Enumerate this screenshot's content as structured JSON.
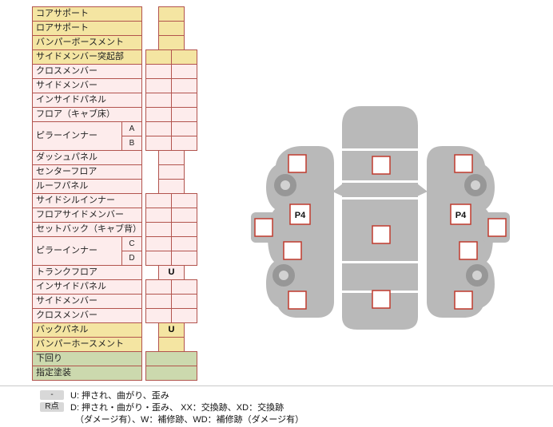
{
  "colors": {
    "yellow_bg": "#f4e5a2",
    "pink_bg": "#fdecec",
    "green_bg": "#ccd9ae",
    "border_red": "#b2544e",
    "marker_red": "#c03a2e",
    "body_gray": "#b9b9b9",
    "wheel_ring": "#979797",
    "wheel_hole": "#d2d2d2"
  },
  "table": {
    "rows": [
      {
        "label": "コアサポート",
        "group": "yellow",
        "cells": "single",
        "value": ""
      },
      {
        "label": "ロアサポート",
        "group": "yellow",
        "cells": "single",
        "value": ""
      },
      {
        "label": "バンパーボースメント",
        "group": "yellow",
        "cells": "single",
        "value": ""
      },
      {
        "label": "サイドメンバー突起部",
        "group": "yellow",
        "cells": "double",
        "value": ""
      },
      {
        "label": "クロスメンバー",
        "group": "pink",
        "cells": "double",
        "value": ""
      },
      {
        "label": "サイドメンバー",
        "group": "pink",
        "cells": "double",
        "value": ""
      },
      {
        "label": "インサイドパネル",
        "group": "pink",
        "cells": "double",
        "value": ""
      },
      {
        "label": "フロア（キャブ床）",
        "group": "pink",
        "cells": "double",
        "value": ""
      },
      {
        "label": "ピラーインナー",
        "sub": "A",
        "span": "start",
        "group": "pink",
        "cells": "double",
        "value": ""
      },
      {
        "label": "",
        "sub": "B",
        "span": "cont",
        "group": "pink",
        "cells": "double",
        "value": ""
      },
      {
        "label": "ダッシュパネル",
        "group": "pink",
        "cells": "single",
        "value": ""
      },
      {
        "label": "センターフロア",
        "group": "pink",
        "cells": "single",
        "value": ""
      },
      {
        "label": "ルーフパネル",
        "group": "pink",
        "cells": "single",
        "value": ""
      },
      {
        "label": "サイドシルインナー",
        "group": "pink",
        "cells": "double",
        "value": ""
      },
      {
        "label": "フロアサイドメンバー",
        "group": "pink",
        "cells": "double",
        "value": ""
      },
      {
        "label": "セットバック（キャブ背）",
        "group": "pink",
        "cells": "double",
        "value": ""
      },
      {
        "label": "ピラーインナー",
        "sub": "C",
        "span": "start",
        "group": "pink",
        "cells": "double",
        "value": ""
      },
      {
        "label": "",
        "sub": "D",
        "span": "cont",
        "group": "pink",
        "cells": "double",
        "value": ""
      },
      {
        "label": "トランクフロア",
        "group": "pink",
        "cells": "single",
        "value": "U"
      },
      {
        "label": "インサイドパネル",
        "group": "pink",
        "cells": "double",
        "value": ""
      },
      {
        "label": "サイドメンバー",
        "group": "pink",
        "cells": "double",
        "value": ""
      },
      {
        "label": "クロスメンバー",
        "group": "pink",
        "cells": "double",
        "value": ""
      },
      {
        "label": "バックパネル",
        "group": "yellow",
        "cells": "single",
        "value": "U"
      },
      {
        "label": "バンパーホースメント",
        "group": "yellow",
        "cells": "single",
        "value": ""
      },
      {
        "label": "下回り",
        "group": "green",
        "cells": "wide",
        "value": ""
      },
      {
        "label": "指定塗装",
        "group": "green",
        "cells": "wide",
        "value": ""
      }
    ]
  },
  "legend": {
    "rows": [
      {
        "key": "-",
        "text": "U: 押され、曲がり、歪み"
      },
      {
        "key": "R点",
        "text": "D: 押され・曲がり・歪み、 XX：交換跡、XD：交換跡"
      },
      {
        "key": "",
        "text": "（ダメージ有）、W：補修跡、WD：補修跡（ダメージ有）"
      }
    ]
  },
  "diagram": {
    "p4": "P4"
  }
}
